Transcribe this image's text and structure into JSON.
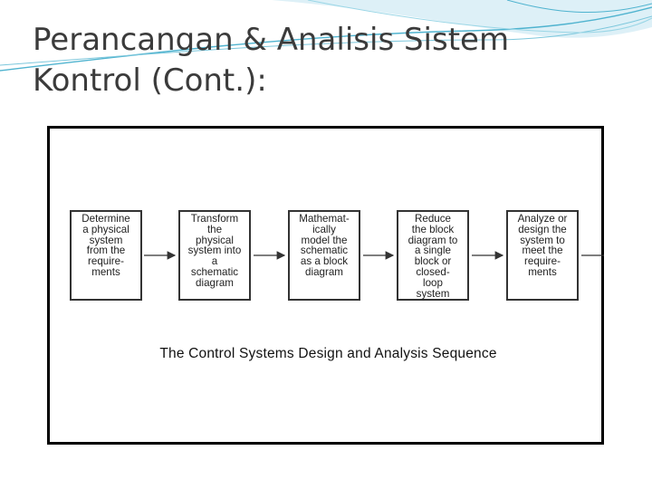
{
  "slide": {
    "title_line1": "Perancangan & Analisis Sistem",
    "title_line2": "Kontrol (Cont.):"
  },
  "diagram": {
    "steps": [
      {
        "text": "Determine\na physical\nsystem\nfrom the\nrequire-\nments"
      },
      {
        "text": "Transform\nthe\nphysical\nsystem into\na\nschematic\ndiagram"
      },
      {
        "text": "Mathemat-\nically\nmodel the\nschematic\nas a block\ndiagram"
      },
      {
        "text": "Reduce\nthe block\ndiagram to\na single\nblock or\nclosed-\nloop\nsystem"
      },
      {
        "text": "Analyze or\ndesign the\nsystem to\nmeet the\nrequire-\nments"
      }
    ],
    "caption": "The Control Systems  Design and Analysis Sequence"
  },
  "colors": {
    "title": "#3b3b3b",
    "swoosh": "#4fb3cf",
    "border": "#000000"
  }
}
